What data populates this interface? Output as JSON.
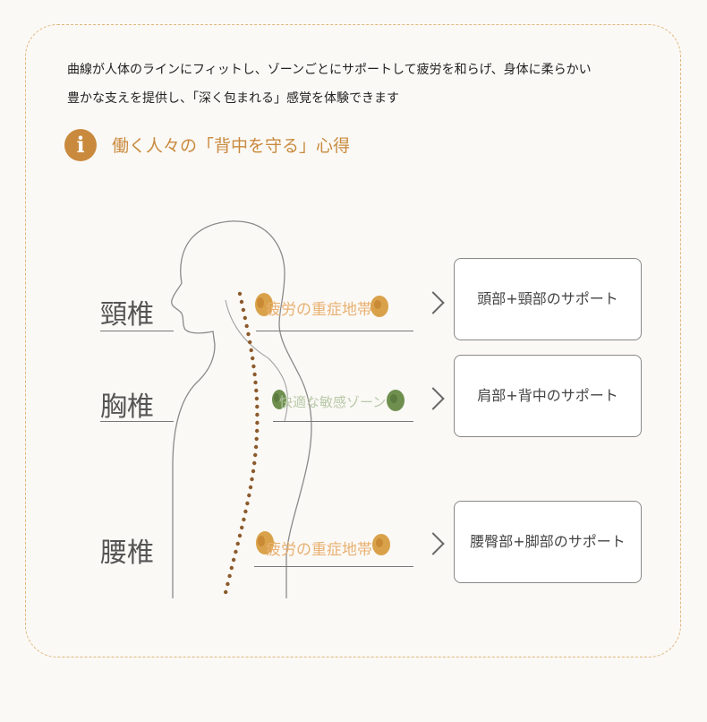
{
  "intro": {
    "line1": "曲線が人体のラインにフィットし、ゾーンごとにサポートして疲労を和らげ、身体に柔らかい",
    "line2": "豊かな支えを提供し、「深く包まれる」感覚を体験できます"
  },
  "heading": {
    "icon": "info-icon",
    "icon_glyph": "i",
    "text": "働く人々の「背中を守る」心得"
  },
  "colors": {
    "accent": "#c98a3e",
    "fatigue_zone": "#d9a24a",
    "comfort_zone": "#6e8f4e",
    "spine_dots": "#8b5a2b"
  },
  "zones": [
    {
      "label": "頸椎",
      "zone_text": "疲労の重症地帯",
      "zone_type": "fatigue",
      "support": "頭部+頸部のサポート"
    },
    {
      "label": "胸椎",
      "zone_text": "快適な敏感ゾーン",
      "zone_type": "comfort",
      "support": "肩部+背中のサポート"
    },
    {
      "label": "腰椎",
      "zone_text": "疲労の重症地帯",
      "zone_type": "fatigue",
      "support": "腰臀部+脚部のサポート"
    }
  ]
}
